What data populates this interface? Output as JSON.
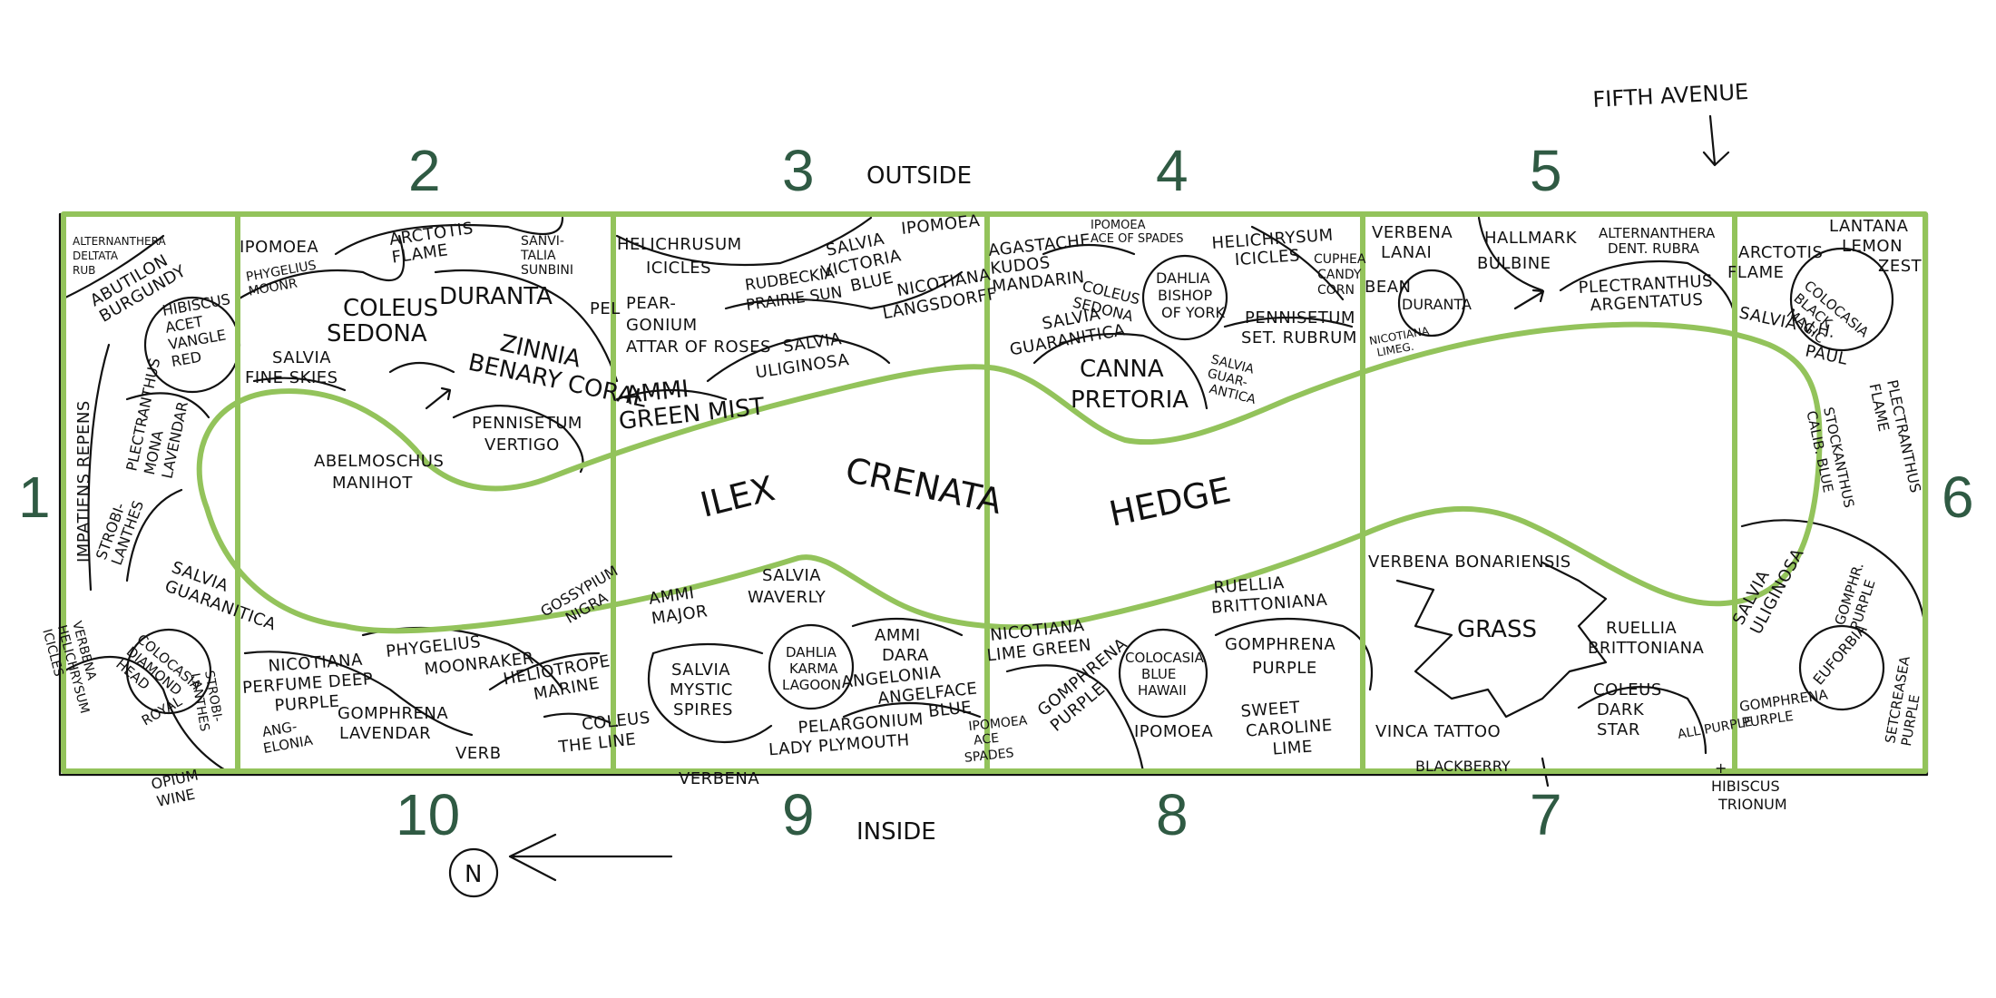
{
  "sections": {
    "s1": "1",
    "s2": "2",
    "s3": "3",
    "s4": "4",
    "s5": "5",
    "s6": "6",
    "s7": "7",
    "s8": "8",
    "s9": "9",
    "s10": "10"
  },
  "labels": {
    "outside": "OUTSIDE",
    "inside": "INSIDE",
    "fifth_avenue": "FIFTH AVENUE",
    "hedge_word1": "ILEX",
    "hedge_word2": "CRENATA",
    "hedge_word3": "HEDGE",
    "north": "N"
  },
  "plants": {
    "alternanthera_deltata": [
      "ALTERNANTHERA",
      "DELTATA",
      "RUB"
    ],
    "abutilon_burgundy": [
      "ABUTILON",
      "BURGUNDY"
    ],
    "impatiens_repens": "IMPATIENS REPENS",
    "plectranthus_mona_lavendar": [
      "PLECTRANTHUS",
      "MONA",
      "LAVENDAR"
    ],
    "hibiscus_acet": [
      "HIBISCUS",
      "ACET",
      "VANGLE",
      "RED"
    ],
    "strobilanthes": [
      "STROBI-",
      "LANTHES"
    ],
    "salvia_guaranitica_1": [
      "SALVIA",
      "GUARANITICA"
    ],
    "colocasia_diamond_head": [
      "COLOCASIA",
      "DIAMOND",
      "HEAD"
    ],
    "verbena_helichrysum": [
      "VERBENA",
      "HELICHRYSUM",
      "ICICLES"
    ],
    "royal_strobilanthes": [
      "ROYAL",
      "STROBI-",
      "LANTHES"
    ],
    "ipomoea_2": "IPOMOEA",
    "arctotis_flame_2": [
      "ARCTOTIS",
      "FLAME"
    ],
    "sanvitalia": [
      "SANVI-",
      "TALIA",
      "SUNBINI"
    ],
    "phygelius_moonr": [
      "PHYGELIUS",
      "MOONR"
    ],
    "coleus_sedona_2": [
      "COLEUS",
      "SEDONA"
    ],
    "duranta_2": "DURANTA",
    "pel_2": "PEL",
    "zinnia_benary_coral": [
      "ZINNIA",
      "BENARY CORAL"
    ],
    "salvia_fine_skies": [
      "SALVIA",
      "FINE SKIES"
    ],
    "pennisetum_vertigo": [
      "PENNISETUM",
      "VERTIGO"
    ],
    "abelmoschus_manihot": [
      "ABELMOSCHUS",
      "MANIHOT"
    ],
    "helichrysum_icicles_3": [
      "HELICHRUSUM",
      "ICICLES"
    ],
    "salvia_victoria_blue": [
      "SALVIA",
      "VICTORIA",
      "BLUE"
    ],
    "ipomoea_3": "IPOMOEA",
    "rudbeckia_prairie_sun": [
      "RUDBECKIA",
      "PRAIRIE SUN"
    ],
    "pelargonium_attar": [
      "PEAR-",
      "GONIUM",
      "ATTAR OF ROSES"
    ],
    "nicotiana_langsdorfii": [
      "NICOTIANA",
      "LANGSDORFF"
    ],
    "salvia_uliginosa_3": [
      "SALVIA",
      "ULIGINOSA"
    ],
    "ammi_green_mist": [
      "AMMI",
      "GREEN MIST"
    ],
    "agastache": [
      "AGASTACHE",
      "KUDOS",
      "MANDARIN"
    ],
    "ipomoea_ace": [
      "IPOMOEA",
      "ACE OF SPADES"
    ],
    "helichrysum_icicles_4": [
      "HELICHRYSUM",
      "ICICLES"
    ],
    "coleus_sedona_4": [
      "COLEUS",
      "SEDONA"
    ],
    "dahlia_bishop_york": [
      "DAHLIA",
      "BISHOP",
      "OF YORK"
    ],
    "cuphea_candy_corn": [
      "CUPHEA",
      "CANDY",
      "CORN"
    ],
    "pennisetum_rubrum": [
      "PENNISETUM",
      "SET. RUBRUM"
    ],
    "salvia_guaranitica_4": [
      "SALVIA",
      "GUARANITICA"
    ],
    "canna_pretoria": [
      "CANNA",
      "PRETORIA"
    ],
    "salvia_guar_small": [
      "SALVIA",
      "GUAR-",
      "ANTICA"
    ],
    "verbena_lanai": [
      "VERBENA",
      "LANAI"
    ],
    "hallmark_bulbine": [
      "HALLMARK",
      "BULBINE"
    ],
    "alternanthera_rubra": [
      "ALTERNANTHERA",
      "DENT. RUBRA"
    ],
    "nicotiana_lime": [
      "NICOTIANA",
      "LIMEG."
    ],
    "duranta_5": "DURANTA",
    "plectranthus_argentatus": [
      "PLECTRANTHUS",
      "ARGENTATUS"
    ],
    "bean": "BEAN",
    "lantana_lemon_zest": [
      "LANTANA",
      "LEMON",
      "ZEST"
    ],
    "arctotis_flame_6": [
      "ARCTOTIS",
      "FLAME"
    ],
    "colocasia_black_magic": [
      "COLOCASIA",
      "BLACK",
      "MAGIC"
    ],
    "salvia_vh_paul": [
      "SALVIA V.H.",
      "PAUL"
    ],
    "plectranthus_flame": [
      "PLECTRANTHUS",
      "FLAME"
    ],
    "stock_blue": [
      "STOCKANTHUS",
      "CALIB. BLUE"
    ],
    "salvia_uliginosa_6": [
      "SALVIA",
      "ULIGINOSA"
    ],
    "gomphrena_purple_6": [
      "GOMPHR.",
      "PURPLE"
    ],
    "euforbia": "EUFORBIA",
    "setcreasea_purple": [
      "SETCREASEA",
      "PURPLE"
    ],
    "gomphrena_purple_7": [
      "GOMPHRENA",
      "PURPLE"
    ],
    "verbena_bonariensis": "VERBENA BONARIENSIS",
    "grass": "GRASS",
    "ruellia_7": [
      "RUELLIA",
      "BRITTONIANA"
    ],
    "coleus_dark_star": [
      "COLEUS",
      "DARK",
      "STAR"
    ],
    "all_purple": "ALL PURPLE",
    "vinca_tattoo": "VINCA TATTOO",
    "blackberry": "BLACKBERRY",
    "hibiscus_trionum": [
      "+",
      "HIBISCUS",
      "TRIONUM"
    ],
    "ruellia_8": [
      "RUELLIA",
      "BRITTONIANA"
    ],
    "gomphrena_purple_8": [
      "GOMPHRENA",
      "PURPLE"
    ],
    "sweet_caroline_lime": [
      "SWEET",
      "CAROLINE",
      "LIME"
    ],
    "nicotiana_lime_green": [
      "NICOTIANA",
      "LIME GREEN"
    ],
    "gomphrena_purple_8b": [
      "GOMPHRENA",
      "PURPLE"
    ],
    "colocasia_blue_hawaii": [
      "COLOCASIA",
      "BLUE",
      "HAWAII"
    ],
    "ipomoea_8": "IPOMOEA",
    "ipomoea_ace_8": [
      "IPOMOEA",
      "ACE",
      "SPADES"
    ],
    "salvia_waverly": [
      "SALVIA",
      "WAVERLY"
    ],
    "ammi_major": [
      "AMMI",
      "MAJOR"
    ],
    "ammi_dara": [
      "AMMI",
      "DARA"
    ],
    "dahlia_karma_lagoon": [
      "DAHLIA",
      "KARMA",
      "LAGOON"
    ],
    "salvia_mystic_spires": [
      "SALVIA",
      "MYSTIC",
      "SPIRES"
    ],
    "angelonia_angelface": [
      "ANGELONIA",
      "ANGELFACE",
      "BLUE"
    ],
    "pelargonium_lady_plymouth": [
      "PELARGONIUM",
      "LADY PLYMOUTH"
    ],
    "verbena_9": "VERBENA",
    "gossypium_nigra": [
      "GOSSYPIUM",
      "NIGRA"
    ],
    "nicotiana_perfume": [
      "NICOTIANA",
      "PERFUME DEEP",
      "PURPLE"
    ],
    "phygelius_moonraker": [
      "PHYGELIUS",
      "MOONRAKER"
    ],
    "heliotrope_marine": [
      "HELIOTROPE",
      "MARINE"
    ],
    "gomphrena_lavendar": [
      "GOMPHRENA",
      "LAVENDAR"
    ],
    "angelonia_10": [
      "ANG-",
      "ELONIA"
    ],
    "verb_10": "VERB",
    "coleus_the_line": [
      "COLEUS",
      "THE LINE"
    ],
    "opium_wine": [
      "OPIUM",
      "WINE"
    ]
  }
}
